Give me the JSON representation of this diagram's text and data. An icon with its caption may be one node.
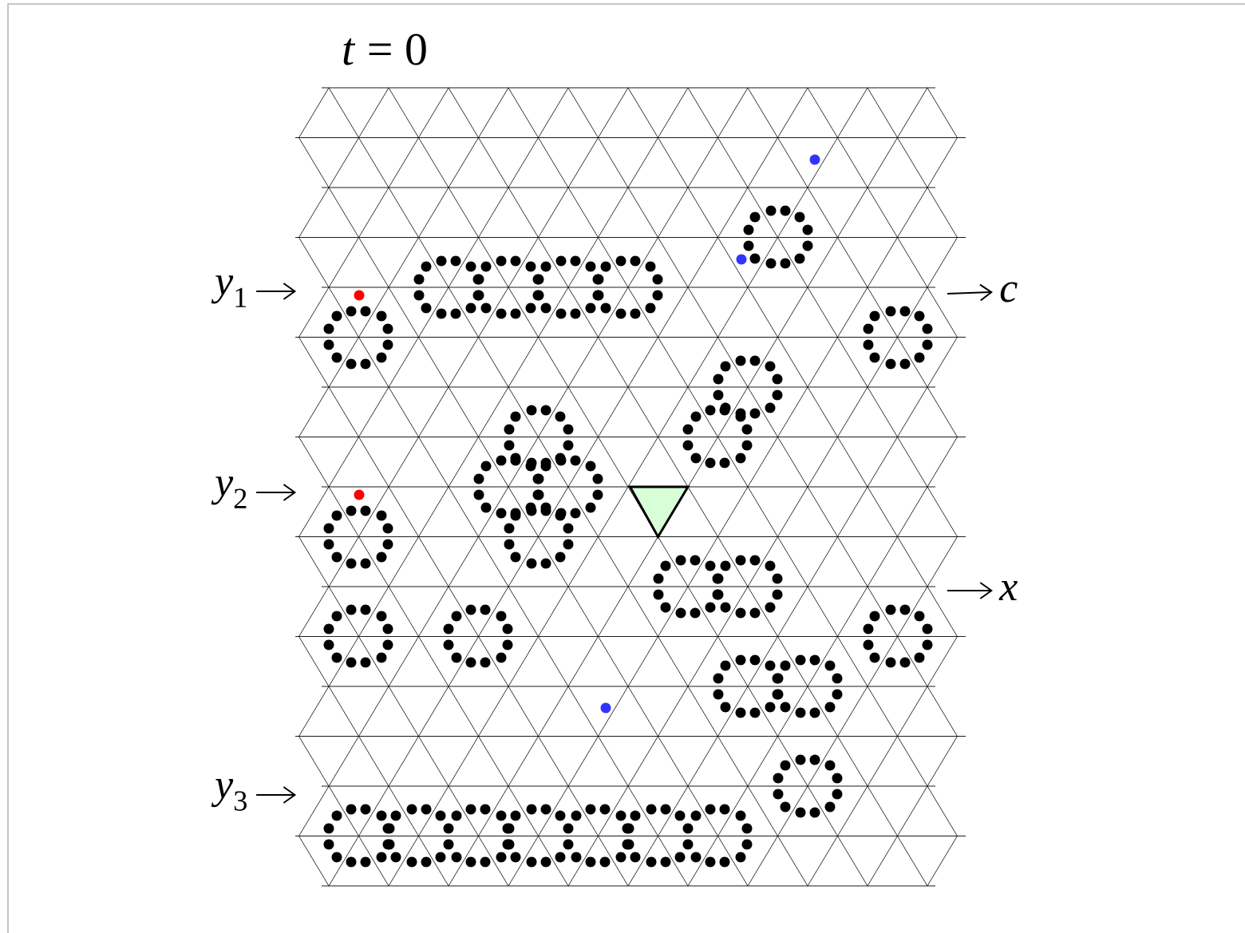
{
  "diagram": {
    "title": "*t* = 0",
    "nodes": [
      {
        "text": [
          "*y*$_{1}$"
        ]
      },
      {
        "text": [
          "*y*$_{2}$"
        ]
      },
      {
        "text": [
          "*y*$_{3}$"
        ]
      },
      {
        "text": [
          "*c*"
        ]
      },
      {
        "text": [
          "*x*"
        ]
      }
    ],
    "edges": [
      {
        "from": 0,
        "to": null,
        "arrow": "to"
      },
      {
        "from": 1,
        "to": null,
        "arrow": "to"
      },
      {
        "from": 2,
        "to": null,
        "arrow": "to"
      },
      {
        "from": null,
        "to": 3,
        "arrow": "to"
      },
      {
        "from": null,
        "to": 4,
        "arrow": "to"
      }
    ]
  }
}
